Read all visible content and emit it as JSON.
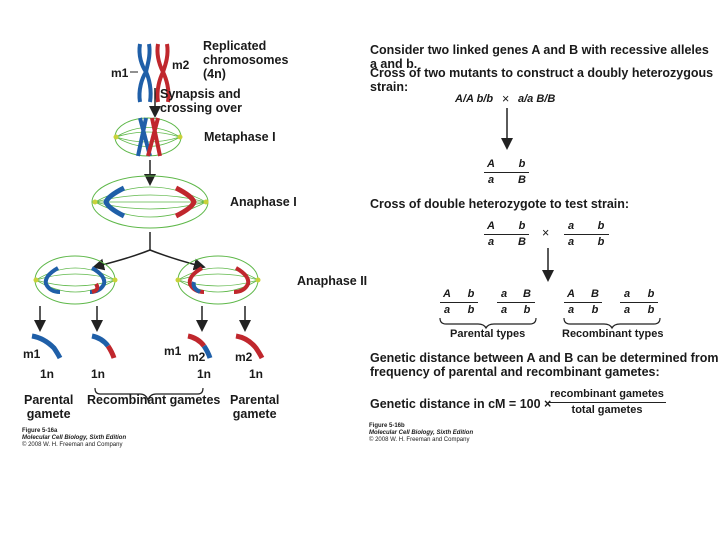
{
  "panel_a": {
    "replicated_label": "Replicated chromosomes (4n)",
    "replicated_line1": "Replicated",
    "replicated_line2": "chromosomes",
    "replicated_line3": "(4n)",
    "m1": "m1",
    "m2": "m2",
    "synapsis_line1": "Synapsis and",
    "synapsis_line2": "crossing over",
    "metaphase": "Metaphase I",
    "anaphase1": "Anaphase I",
    "anaphase2": "Anaphase II",
    "bottom_labels": [
      "m1",
      "m1",
      "m2",
      "m2"
    ],
    "ploidy": [
      "1n",
      "1n",
      "1n",
      "1n"
    ],
    "parental_gamete": "Parental gamete",
    "parental_line1": "Parental",
    "parental_line2": "gamete",
    "recombinant_gametes": "Recombinant gametes",
    "figure_ref": "Figure 5-16a",
    "book": "Molecular Cell Biology, Sixth Edition",
    "copyright": "© 2008 W. H. Freeman and Company"
  },
  "panel_b": {
    "intro": "Consider two linked genes A and B with recessive alleles a and b.",
    "cross1_title": "Cross of two mutants to construct a doubly heterozygous strain:",
    "cross1_left": "A/A b/b",
    "times": "×",
    "cross1_right": "a/a B/B",
    "het_top": [
      "A",
      "b"
    ],
    "het_bottom": [
      "a",
      "B"
    ],
    "cross2_title": "Cross of double heterozygote to test strain:",
    "test_top": [
      "a",
      "b"
    ],
    "test_bottom": [
      "a",
      "b"
    ],
    "offspring": [
      {
        "top": [
          "A",
          "b"
        ],
        "bottom": [
          "a",
          "b"
        ]
      },
      {
        "top": [
          "a",
          "B"
        ],
        "bottom": [
          "a",
          "b"
        ]
      },
      {
        "top": [
          "A",
          "B"
        ],
        "bottom": [
          "a",
          "b"
        ]
      },
      {
        "top": [
          "a",
          "b"
        ],
        "bottom": [
          "a",
          "b"
        ]
      }
    ],
    "parental_types": "Parental types",
    "recombinant_types": "Recombinant types",
    "distance_line1": "Genetic distance between A and B can be determined from",
    "distance_line2": "frequency of parental and recombinant gametes:",
    "formula_left": "Genetic distance in cM = 100 ×",
    "formula_num": "recombinant gametes",
    "formula_den": "total gametes",
    "figure_ref": "Figure 5-16b",
    "book": "Molecular Cell Biology, Sixth Edition",
    "copyright": "© 2008 W. H. Freeman and Company"
  },
  "colors": {
    "blue": "#1f5fa8",
    "red": "#c0272d",
    "spindle": "#5fb84a",
    "arrow": "#222222"
  }
}
